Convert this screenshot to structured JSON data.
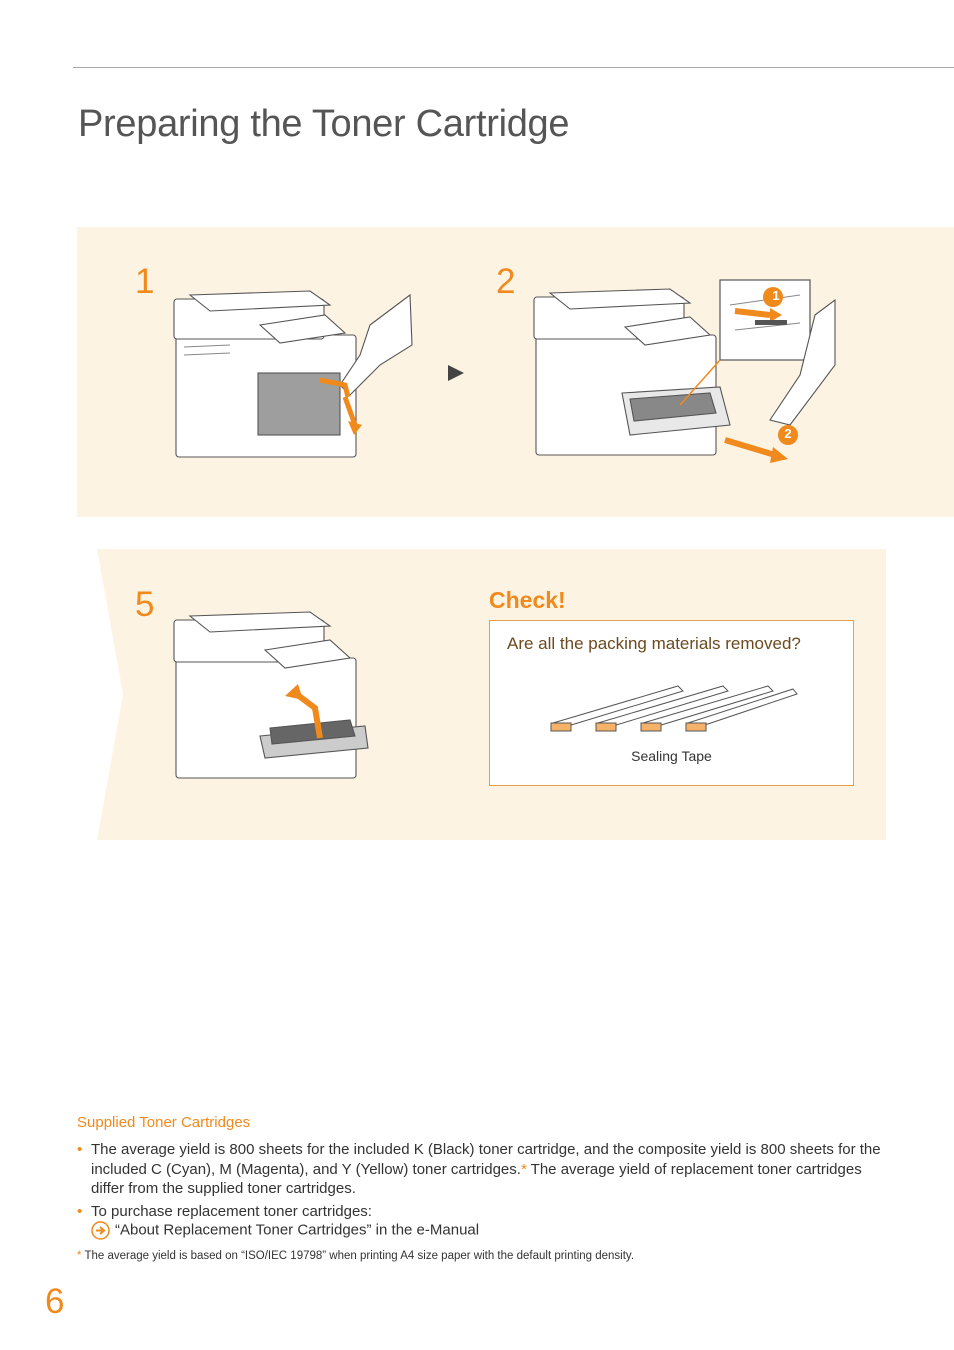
{
  "title": "Preparing the Toner Cartridge",
  "steps": {
    "step1": "1",
    "step2": "2",
    "step5": "5"
  },
  "callouts": [
    "1",
    "2"
  ],
  "check": {
    "title": "Check!",
    "question": "Are all the packing materials removed?",
    "tape_caption": "Sealing Tape"
  },
  "notes": {
    "heading": "Supplied Toner Cartridges",
    "bullet1_text": "The average yield is 800 sheets for the included K (Black) toner cartridge, and the composite yield is 800 sheets for the included C (Cyan), M (Magenta), and Y (Yellow) toner cartridges.",
    "bullet1_mark": "*",
    "bullet1_tail": " The average yield of replacement toner cartridges differ from the supplied toner cartridges.",
    "bullet2_text": "To purchase replacement toner cartridges:",
    "bullet2_ref": "“About Replacement Toner Cartridges” in the e-Manual",
    "footnote_mark": "*",
    "footnote": " The average yield is based on “ISO/IEC 19798” when printing A4 size paper with the default printing density."
  },
  "page_number": "6",
  "colors": {
    "accent": "#f08a1c",
    "panel": "#fdf3e3"
  }
}
